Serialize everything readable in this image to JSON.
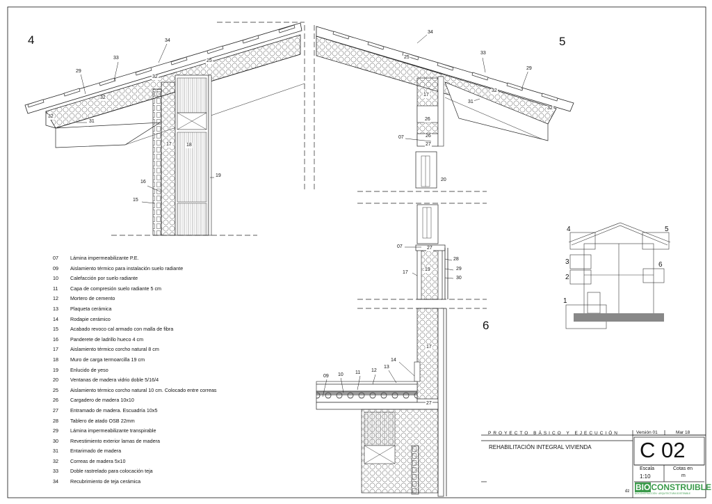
{
  "details": {
    "d4": "4",
    "d5": "5",
    "d6": "6"
  },
  "legend": [
    {
      "code": "07",
      "text": "Lámina impermeabilizante P.E."
    },
    {
      "code": "09",
      "text": "Aislamiento térmico para instalación suelo radiante"
    },
    {
      "code": "10",
      "text": "Calefacción por suelo radiante"
    },
    {
      "code": "11",
      "text": "Capa de compresión suelo radiante 5 cm"
    },
    {
      "code": "12",
      "text": "Mortero de cemento"
    },
    {
      "code": "13",
      "text": "Plaqueta cerámica"
    },
    {
      "code": "14",
      "text": "Rodapie cerámico"
    },
    {
      "code": "15",
      "text": "Acabado revoco cal armado con malla de fibra"
    },
    {
      "code": "16",
      "text": "Panderete de ladrillo hueco 4 cm"
    },
    {
      "code": "17",
      "text": "Aislamiento térmico corcho natural 8 cm"
    },
    {
      "code": "18",
      "text": "Muro de carga termoarcilla 19 cm"
    },
    {
      "code": "19",
      "text": "Enlucido de yeso"
    },
    {
      "code": "20",
      "text": "Ventanas de madera vidrio doble 5/16/4"
    },
    {
      "code": "25",
      "text": "Aislamiento térmico corcho natural 10 cm. Colocado entre correas"
    },
    {
      "code": "26",
      "text": "Cargadero de madera 10x10"
    },
    {
      "code": "27",
      "text": "Entramado de madera. Escuadría 10x5"
    },
    {
      "code": "28",
      "text": "Tablero de atado OSB 22mm"
    },
    {
      "code": "29",
      "text": "Lámina impermeabilizante transpirable"
    },
    {
      "code": "30",
      "text": "Revestimiento exterior lamas de madera"
    },
    {
      "code": "31",
      "text": "Entarimado de madera"
    },
    {
      "code": "32",
      "text": "Correas de madera  5x10"
    },
    {
      "code": "33",
      "text": "Doble rastrelado para colocación teja"
    },
    {
      "code": "34",
      "text": "Recubrimiento de teja cerámica"
    }
  ],
  "labels": {
    "d4": [
      "34",
      "33",
      "29",
      "32",
      "32",
      "25",
      "32",
      "31",
      "17",
      "18",
      "16",
      "15",
      "19"
    ],
    "d5": [
      "34",
      "25",
      "33",
      "29",
      "32",
      "17",
      "31",
      "32",
      "26",
      "07",
      "26",
      "27",
      "20"
    ],
    "mid": [
      "07",
      "27",
      "28",
      "19",
      "17",
      "29",
      "30"
    ],
    "d6": [
      "14",
      "17",
      "09",
      "10",
      "11",
      "12",
      "13",
      "27"
    ]
  },
  "key_plan": {
    "n4": "4",
    "n5": "5",
    "n3": "3",
    "n2": "2",
    "n6": "6",
    "n1": "1"
  },
  "title_block": {
    "project": "PROYECTO BÁSICO Y EJECUCIÓN",
    "version": "Versión 01",
    "date": "Mar 18",
    "title": "REHABILITACIÓN INTEGRAL VIVIENDA",
    "sheet": "C 02",
    "scale_label": "Escala",
    "scale": "1:10",
    "units_label": "Cotas en",
    "units": "m",
    "brand_a": "BIO",
    "brand_b": "CONSTRUIBLE",
    "brand_sub": "BIOCONSTRUCCIÓN · ARQUITECTURA SOSTENIBLE",
    "edge": "dz",
    "brand_color": "#3a9a4a"
  }
}
